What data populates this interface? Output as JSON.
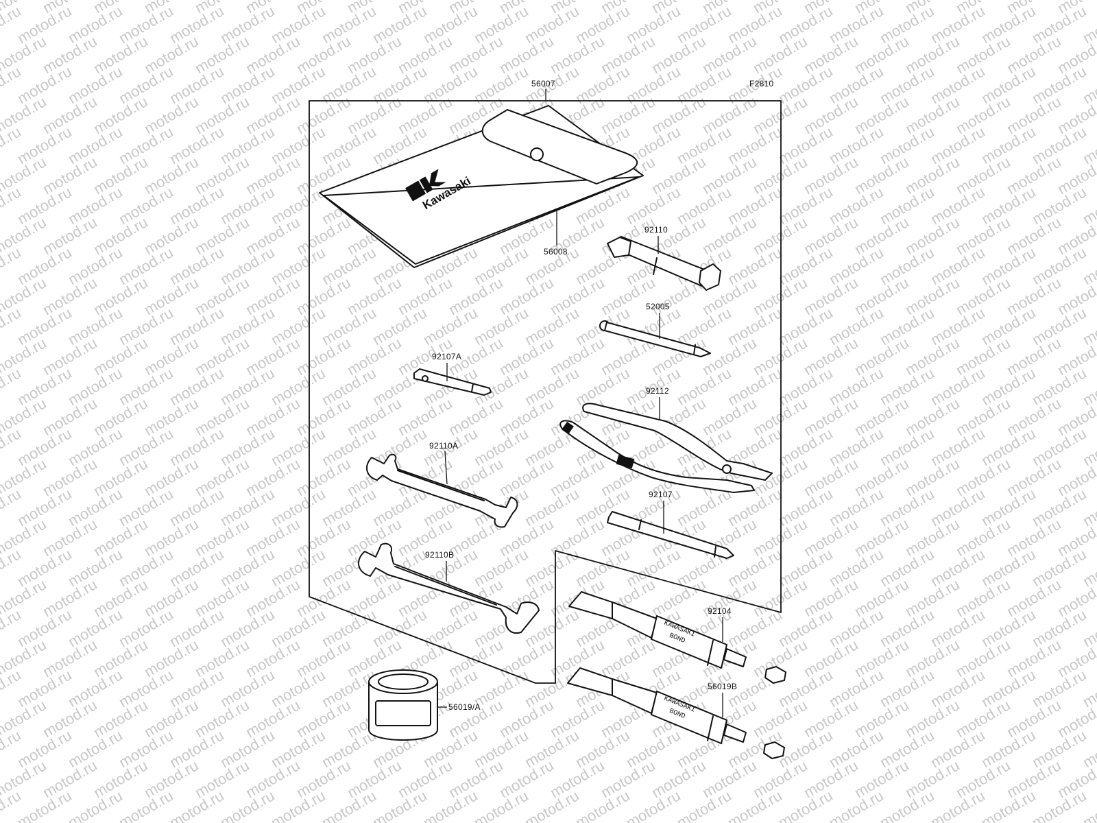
{
  "diagram": {
    "figure_code": "F2810",
    "watermark": "motod.ru",
    "pouch_brand": "Kawasaki",
    "bond_text_line1": "KAWASAKI",
    "bond_text_line2": "BOND",
    "parts": [
      {
        "id": "p56007",
        "number": "56007"
      },
      {
        "id": "p56008",
        "number": "56008"
      },
      {
        "id": "p92110",
        "number": "92110"
      },
      {
        "id": "p52005",
        "number": "52005"
      },
      {
        "id": "p92107A",
        "number": "92107A"
      },
      {
        "id": "p92112",
        "number": "92112"
      },
      {
        "id": "p92110A",
        "number": "92110A"
      },
      {
        "id": "p92107",
        "number": "92107"
      },
      {
        "id": "p92110B",
        "number": "92110B"
      },
      {
        "id": "p92104",
        "number": "92104"
      },
      {
        "id": "p56019B",
        "number": "56019B"
      },
      {
        "id": "p56019A",
        "number": "56019/A"
      }
    ]
  }
}
